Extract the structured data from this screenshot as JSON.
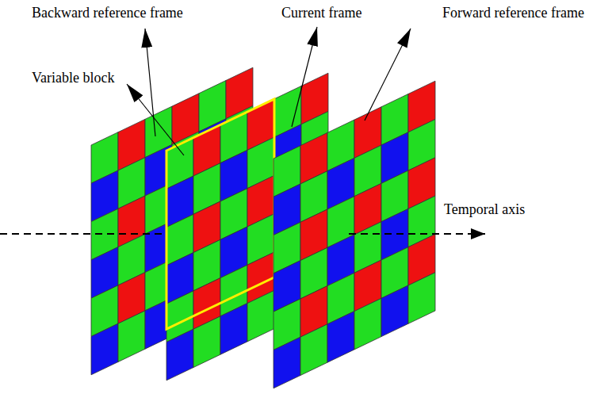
{
  "diagram": {
    "labels": [
      "Backward reference frame",
      "Current frame",
      "Forward reference frame",
      "Variable block",
      "Temporal axis"
    ]
  }
}
